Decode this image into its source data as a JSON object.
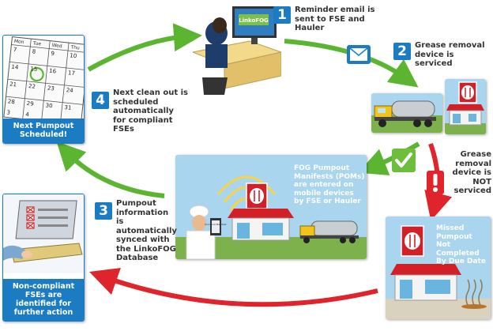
{
  "steps": [
    {
      "number": "1",
      "text": "Reminder email is sent to FSE and Hauler"
    },
    {
      "number": "2",
      "text": "Grease removal device is serviced"
    },
    {
      "number": "3",
      "text": "Pumpout information is automatically synced with the LinkoFOG Database"
    },
    {
      "number": "4",
      "text": "Next clean out is scheduled automatically for compliant FSEs"
    }
  ],
  "not_serviced_text": "Grease removal device is NOT serviced",
  "poms_text": "FOG Pumpout Manifests (POMs) are entered on mobile devices by FSE or Hauler",
  "missed_text": "Missed Pumpout Not Completed By Due Date",
  "next_pumpout_caption": "Next Pumpout Scheduled!",
  "noncompliant_caption": "Non-compliant FSEs are identified for further action",
  "monitor_logo": "LinkoFOG",
  "phone_screen_text": "Pumpout Manifest",
  "calendar": {
    "day_headers": [
      "Mon",
      "Tue",
      "Wed",
      "Thu"
    ],
    "numbers": [
      "7",
      "8",
      "9",
      "10",
      "14",
      "15",
      "16",
      "17",
      "21",
      "22",
      "23",
      "24",
      "28",
      "29",
      "30",
      "31",
      "3",
      "4"
    ],
    "highlighted": "15"
  },
  "colors": {
    "accent_blue": "#1b7cc4",
    "arrow_green": "#5cb531",
    "arrow_red": "#e0242b",
    "check_green": "#6cbf3a",
    "sky_blue": "#a9d5ee"
  },
  "icons": [
    "envelope-icon",
    "check-icon",
    "exclamation-icon",
    "fork-knife-icon"
  ]
}
